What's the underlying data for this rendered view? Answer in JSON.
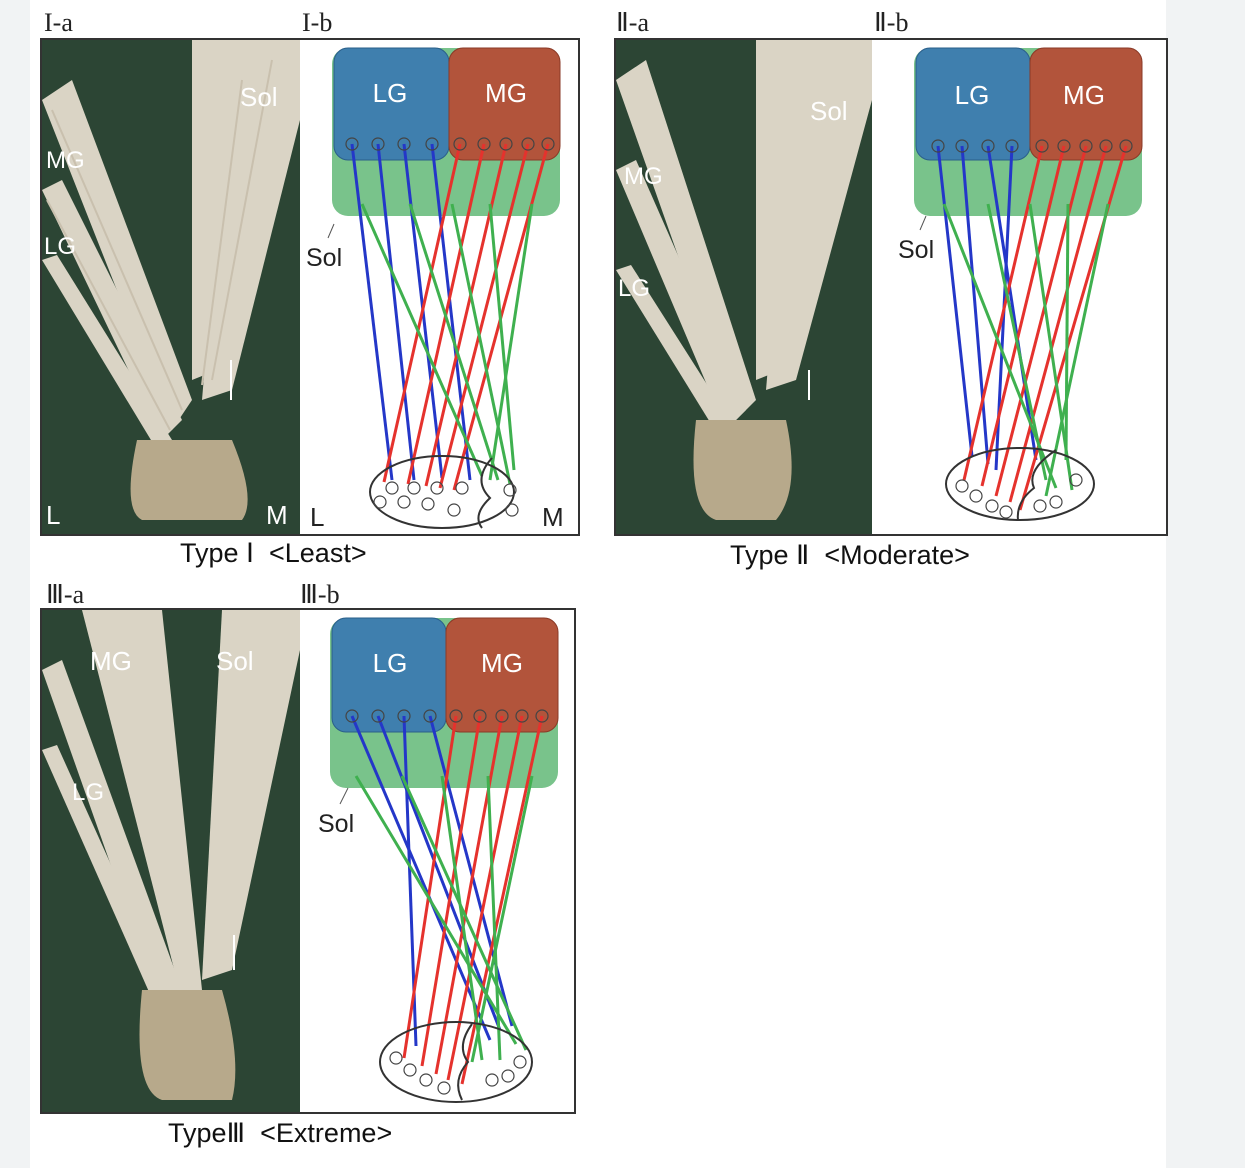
{
  "panels": {
    "type1": {
      "photo_label": "I-a",
      "diagram_label": "I-b",
      "caption": "Type Ⅰ  <Least>",
      "photo_labels": {
        "sol": "Sol",
        "mg": "MG",
        "lg": "LG",
        "lateral": "L",
        "medial": "M"
      },
      "diagram_labels": {
        "lg": "LG",
        "mg": "MG",
        "sol": "Sol",
        "lateral": "L",
        "medial": "M"
      }
    },
    "type2": {
      "photo_label": "Ⅱ-a",
      "diagram_label": "Ⅱ-b",
      "caption": "Type Ⅱ  <Moderate>",
      "photo_labels": {
        "sol": "Sol",
        "mg": "MG",
        "lg": "LG"
      },
      "diagram_labels": {
        "lg": "LG",
        "mg": "MG",
        "sol": "Sol"
      }
    },
    "type3": {
      "photo_label": "Ⅲ-a",
      "diagram_label": "Ⅲ-b",
      "caption": "TypeⅢ  <Extreme>",
      "photo_labels": {
        "sol": "Sol",
        "mg": "MG",
        "lg": "LG"
      },
      "diagram_labels": {
        "lg": "LG",
        "mg": "MG",
        "sol": "Sol"
      }
    }
  },
  "colors": {
    "lg_box": "#3f7fae",
    "mg_box": "#b2543b",
    "sol_region": "#79c38b",
    "lg_line": "#2437c8",
    "mg_line": "#e5322d",
    "sol_line": "#3fb04f",
    "photo_bg": "#2c4534"
  }
}
